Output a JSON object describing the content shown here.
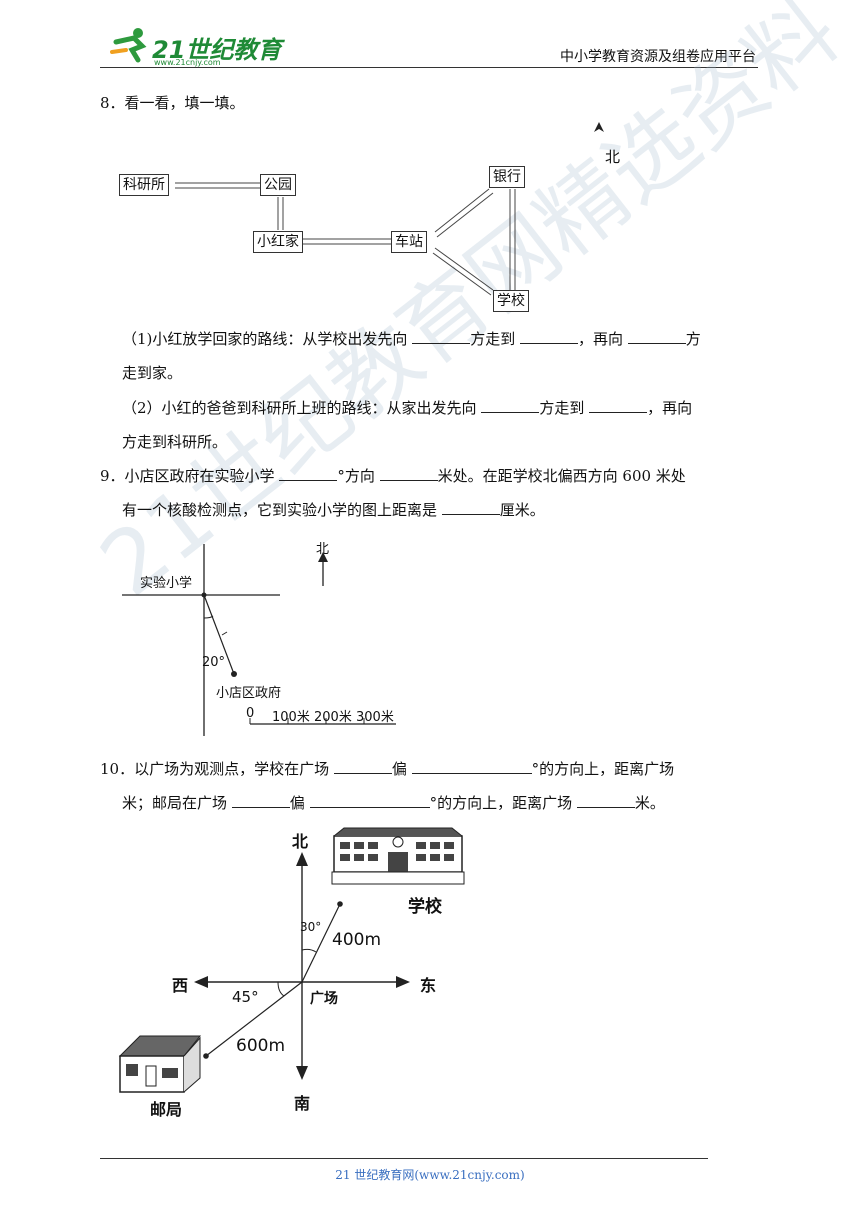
{
  "header": {
    "logo_text": "21世纪教育",
    "logo_sub": "www.21cnjy.com",
    "platform": "中小学教育资源及组卷应用平台"
  },
  "q8": {
    "title": "8．看一看，填一填。",
    "north": "北",
    "places": {
      "research": "科研所",
      "park": "公园",
      "bank": "银行",
      "home": "小红家",
      "station": "车站",
      "school": "学校"
    },
    "p1_a": "（1)小红放学回家的路线：从学校出发先向",
    "p1_b": "方走到",
    "p1_c": "，再向",
    "p1_d": "方",
    "p1_e": "走到家。",
    "p2_a": "（2）小红的爸爸到科研所上班的路线：从家出发先向",
    "p2_b": "方走到",
    "p2_c": "，再向",
    "p2_d": "方走到科研所。"
  },
  "q9": {
    "l1_a": "9．小店区政府在实验小学",
    "l1_b": "°方向",
    "l1_c": "米处。在距学校北偏西方向 600 米处",
    "l2_a": "有一个核酸检测点，它到实验小学的图上距离是",
    "l2_b": "厘米。",
    "north": "北",
    "school": "实验小学",
    "angle": "20°",
    "gov": "小店区政府",
    "scale": [
      "0",
      "100米",
      "200米",
      "300米"
    ]
  },
  "q10": {
    "l1_a": "10．以广场为观测点，学校在广场",
    "l1_b": "偏",
    "l1_c": "°的方向上，距离广场",
    "l2_a": "米；邮局在广场",
    "l2_b": "偏",
    "l2_c": "°的方向上，距离广场",
    "l2_d": "米。",
    "north": "北",
    "south": "南",
    "east": "东",
    "west": "西",
    "center": "广场",
    "angle_school": "30°",
    "dist_school": "400m",
    "angle_post": "45°",
    "dist_post": "600m",
    "school": "学校",
    "post": "邮局"
  },
  "footer": {
    "text": "21 世纪教育网(www.21cnjy.com)"
  },
  "watermark": "21世纪教育网精选资料"
}
